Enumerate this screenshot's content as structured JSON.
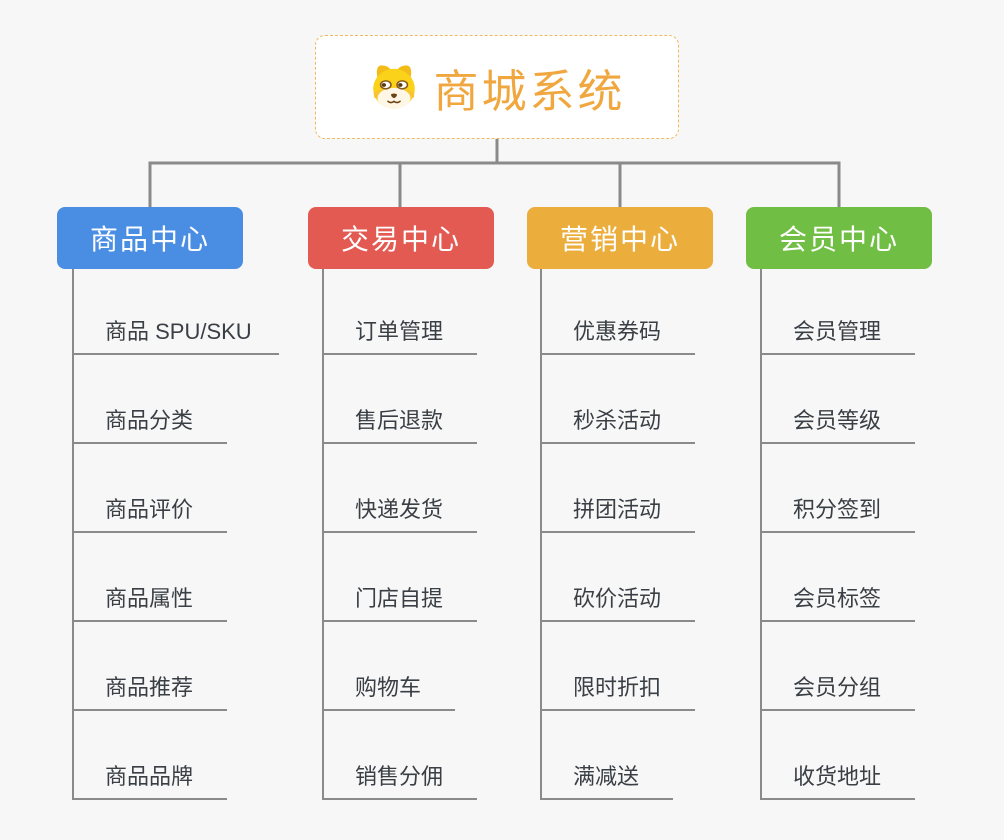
{
  "root": {
    "title": "商城系统",
    "icon": "dog-face-icon"
  },
  "branches": [
    {
      "label": "商品中心",
      "color": "#4a8ee4",
      "items": [
        "商品 SPU/SKU",
        "商品分类",
        "商品评价",
        "商品属性",
        "商品推荐",
        "商品品牌"
      ]
    },
    {
      "label": "交易中心",
      "color": "#e25a52",
      "items": [
        "订单管理",
        "售后退款",
        "快递发货",
        "门店自提",
        "购物车",
        "销售分佣"
      ]
    },
    {
      "label": "营销中心",
      "color": "#ebad3c",
      "items": [
        "优惠券码",
        "秒杀活动",
        "拼团活动",
        "砍价活动",
        "限时折扣",
        "满减送"
      ]
    },
    {
      "label": "会员中心",
      "color": "#70be44",
      "items": [
        "会员管理",
        "会员等级",
        "积分签到",
        "会员标签",
        "会员分组",
        "收货地址"
      ]
    }
  ],
  "colors": {
    "background": "#f7f7f7",
    "connector_line": "#8a8a8a",
    "root_text": "#f0a73f",
    "root_border": "#f0b860",
    "leaf_text": "#3a3f45"
  }
}
